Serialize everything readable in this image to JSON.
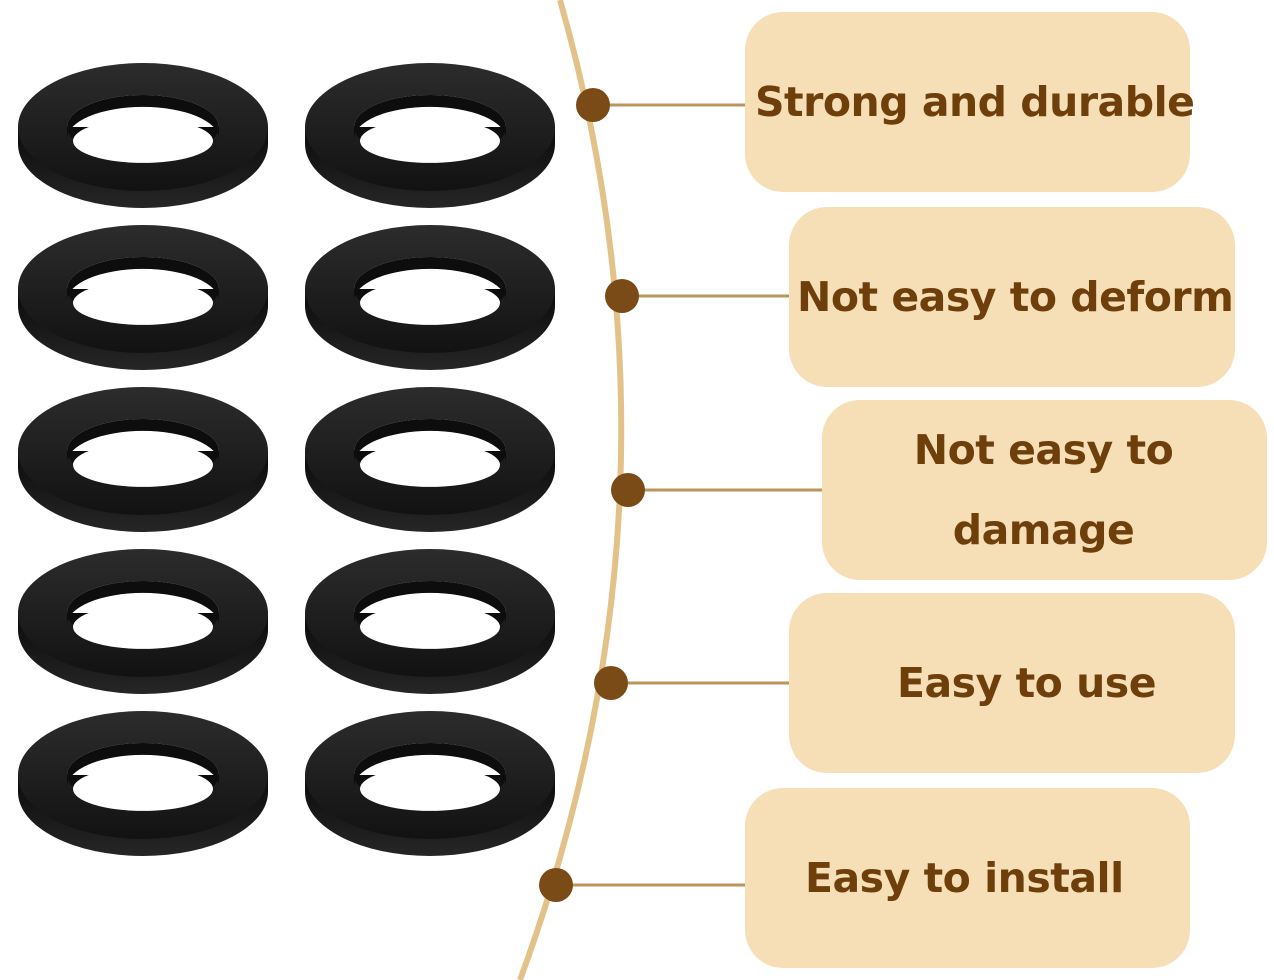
{
  "colors": {
    "background": "#ffffff",
    "box_fill": "#f6dfb7",
    "label_text": "#6e3f0b",
    "timeline_curve": "#e3c28a",
    "connector_line": "#b8965c",
    "dot": "#7a4a17",
    "gasket": "#1a1a1a"
  },
  "product": {
    "gasket_count": 10,
    "gasket_rows": 5,
    "gasket_columns": 2
  },
  "features": [
    {
      "label": "Strong and durable"
    },
    {
      "label": "Not easy to deform"
    },
    {
      "label": "Not easy to damage"
    },
    {
      "label": "Easy to use"
    },
    {
      "label": "Easy to install"
    }
  ]
}
